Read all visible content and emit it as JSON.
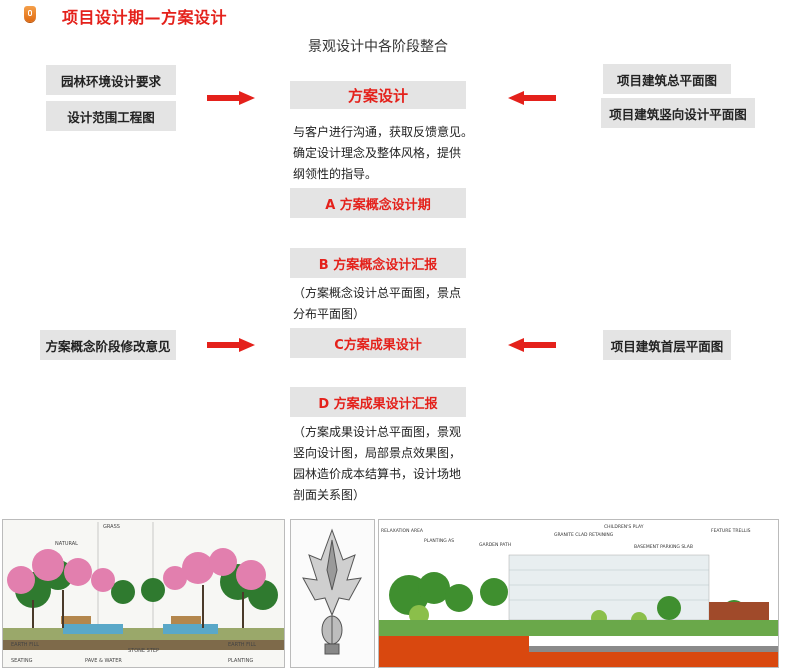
{
  "header": {
    "title": "项目设计期—方案设计"
  },
  "subtitle": "景观设计中各阶段整合",
  "left_inputs": {
    "top": [
      "园林环境设计要求",
      "设计范围工程图"
    ],
    "mid": "方案概念阶段修改意见"
  },
  "right_inputs": {
    "top": [
      "项目建筑总平面图",
      "项目建筑竖向设计平面图"
    ],
    "mid": "项目建筑首层平面图"
  },
  "center": {
    "main_title": "方案设计",
    "main_desc": [
      "与客户进行沟通，获取反馈意见。",
      "确定设计理念及整体风格，提供",
      "纲领性的指导。"
    ],
    "stage_a": "A 方案概念设计期",
    "stage_b": "B 方案概念设计汇报",
    "stage_b_desc": [
      "（方案概念设计总平面图，景点",
      "分布平面图）"
    ],
    "stage_c": "C方案成果设计",
    "stage_d": "D 方案成果设计汇报",
    "stage_d_desc": [
      "（方案成果设计总平面图，景观",
      "竖向设计图，局部景点效果图，",
      "园林造价成本结算书，设计场地",
      "剖面关系图）"
    ]
  },
  "colors": {
    "accent": "#e4211b",
    "box": "#e4e4e4",
    "arrow": "#e4211b"
  },
  "images": [
    {
      "name": "landscape-section-sketch",
      "labels": [
        "EARTH FILL",
        "NATURAL",
        "GRASS",
        "SEATING",
        "PAVE & WATER",
        "STONE STEP",
        "EARTH FILL",
        "PLANTING"
      ]
    },
    {
      "name": "ornament-sketch"
    },
    {
      "name": "landscape-section-render",
      "labels": [
        "RELAXATION AREA",
        "PLANTING AS",
        "GARDEN PATH",
        "GRANITE CLAD RETAINING",
        "CHILDREN'S PLAY",
        "BASEMENT PARKING SLAB",
        "FEATURE TRELLIS"
      ]
    }
  ]
}
